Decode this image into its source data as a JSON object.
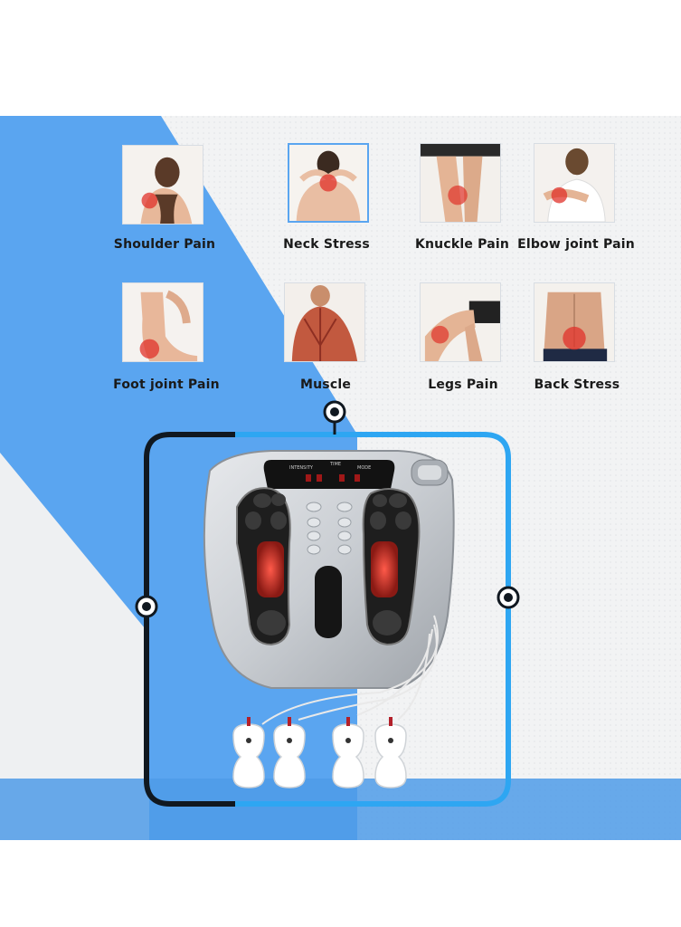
{
  "conditions": [
    {
      "label": "Shoulder Pain",
      "icon": "shoulder-pain-photo"
    },
    {
      "label": "Neck Stress",
      "icon": "neck-stress-photo"
    },
    {
      "label": "Knuckle Pain",
      "icon": "knuckle-pain-photo"
    },
    {
      "label": "Elbow joint Pain",
      "icon": "elbow-pain-photo"
    },
    {
      "label": "Foot joint Pain",
      "icon": "foot-pain-photo"
    },
    {
      "label": "Muscle",
      "icon": "muscle-photo"
    },
    {
      "label": "Legs Pain",
      "icon": "legs-pain-photo"
    },
    {
      "label": "Back Stress",
      "icon": "back-stress-photo"
    }
  ],
  "device": {
    "panel_labels": [
      "INTENSITY",
      "TIME",
      "MODE"
    ],
    "electrode_pad_count": 4
  },
  "colors": {
    "accent_blue": "#5aa5f0",
    "frame_dark": "#101820",
    "frame_blue": "#2ea6f2",
    "heat_red": "#e0322a",
    "device_silver": "#c9cdd2"
  }
}
